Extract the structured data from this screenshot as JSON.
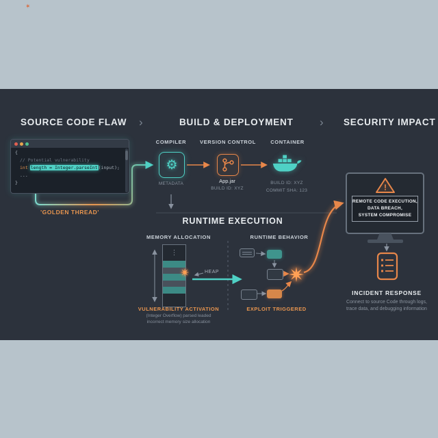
{
  "decorative_mark": "✶",
  "stages": {
    "source_header": "SOURCE CODE FLAW",
    "build_header": "BUILD & DEPLOYMENT",
    "security_header": "SECURITY IMPACT",
    "chevron": "›"
  },
  "code_editor": {
    "line_open": "{",
    "comment": "// Potential vulnerability",
    "keyword": "int",
    "highlighted": "length = Integer.parseInt",
    "tail": "(input);",
    "ellipsis_line": "...",
    "line_close": "}"
  },
  "golden_thread": {
    "label": "'GOLDEN THREAD'"
  },
  "build": {
    "compiler_label": "COMPILER",
    "version_control_label": "VERSION CONTROL",
    "container_label": "CONTAINER",
    "metadata_label": "METADATA",
    "artifact_name": "App.jar",
    "artifact_build_id": "BUILD ID: XYZ",
    "container_build_id": "BUILD ID: XYZ",
    "container_commit_sha": "COMMIT SHA: 123",
    "gear_glyph": "⚙"
  },
  "runtime": {
    "title": "RUNTIME EXECUTION",
    "memory_label": "MEMORY ALLOCATION",
    "behavior_label": "RUNTIME BEHAVIOR",
    "heap_label": "HEAP",
    "memory_ellipsis": "⋮",
    "vulnerability_title": "VULNERABILITY ACTIVATION",
    "vulnerability_desc_line1": "(Integer Overflow) parsed leaded",
    "vulnerability_desc_line2": "incorrect memory size allocation",
    "exploit_label": "EXPLOIT TRIGGERED"
  },
  "security": {
    "warning_glyph": "!",
    "impact_lines": [
      "REMOTE CODE EXECUTION,",
      "DATA BREACH,",
      "SYSTEM COMPROMISE"
    ],
    "incident_title": "INCIDENT RESPONSE",
    "incident_desc": "Connect to source Code through logs, trace data, and debugging information"
  },
  "colors": {
    "accent_teal": "#4fd1c5",
    "accent_orange": "#e8874a",
    "background_dark": "#2c323c",
    "letterbox": "#b7c3cb"
  }
}
